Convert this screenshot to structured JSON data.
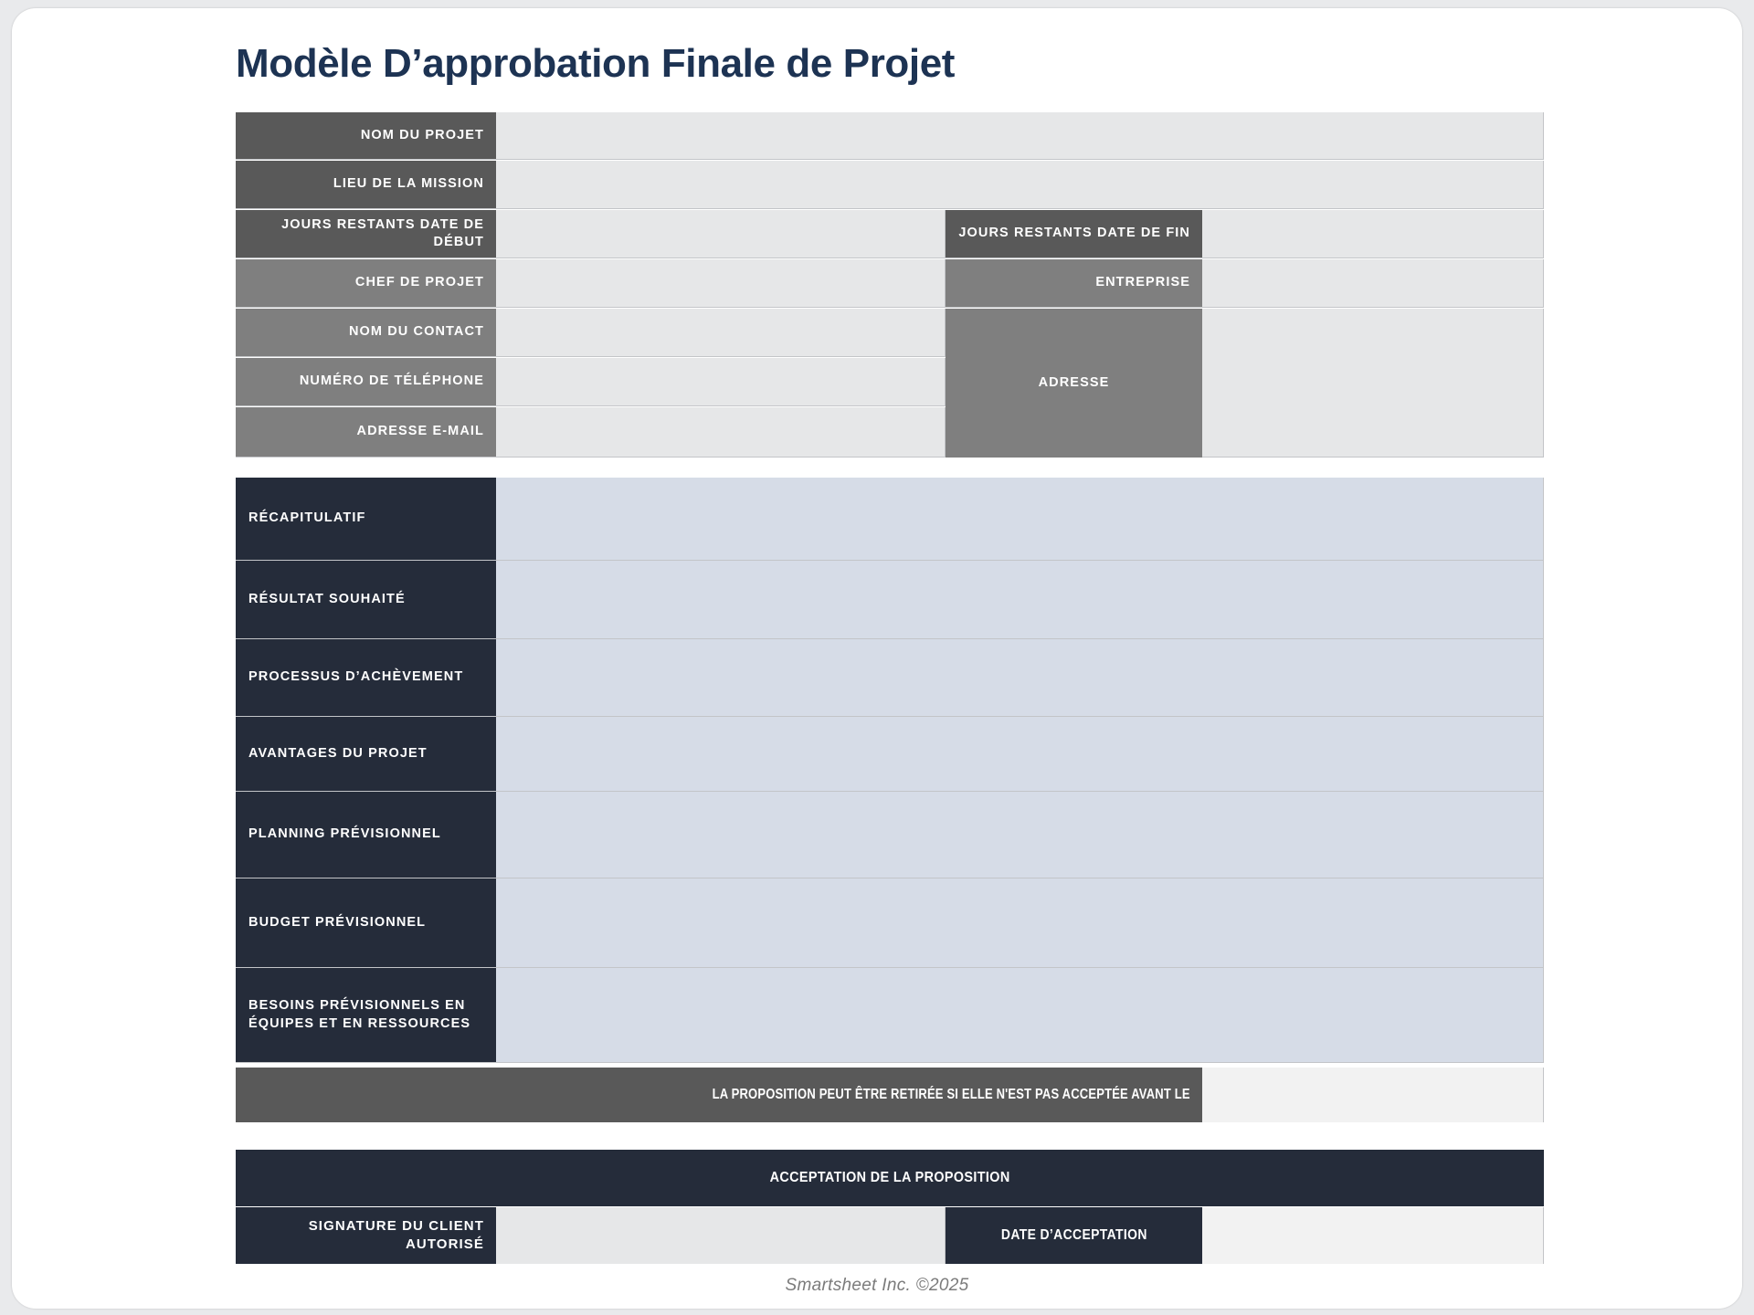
{
  "document": {
    "title": "Modèle D’approbation Finale de Projet",
    "footer": "Smartsheet Inc. ©2025"
  },
  "info_table": {
    "rows": [
      {
        "label": "NOM DU PROJET",
        "value": ""
      },
      {
        "label": "LIEU DE LA MISSION",
        "value": ""
      },
      {
        "label": "JOURS RESTANTS DATE DE DÉBUT",
        "value": ""
      },
      {
        "label": "CHEF DE PROJET",
        "value": ""
      },
      {
        "label": "NOM DU CONTACT",
        "value": ""
      },
      {
        "label": "NUMÉRO DE TÉLÉPHONE",
        "value": ""
      },
      {
        "label": "ADRESSE E-MAIL",
        "value": ""
      }
    ],
    "right_rows": [
      {
        "label": "JOURS RESTANTS DATE DE FIN",
        "value": ""
      },
      {
        "label": "ENTREPRISE",
        "value": ""
      },
      {
        "label": "ADRESSE",
        "value": ""
      }
    ]
  },
  "detail_table": {
    "rows": [
      {
        "label": "RÉCAPITULATIF",
        "value": ""
      },
      {
        "label": "RÉSULTAT SOUHAITÉ",
        "value": ""
      },
      {
        "label": "PROCESSUS D’ACHÈVEMENT",
        "value": ""
      },
      {
        "label": "AVANTAGES DU PROJET",
        "value": ""
      },
      {
        "label": "PLANNING PRÉVISIONNEL",
        "value": ""
      },
      {
        "label": "BUDGET PRÉVISIONNEL",
        "value": ""
      },
      {
        "label": "BESOINS PRÉVISIONNELS EN ÉQUIPES ET EN RESSOURCES",
        "value": ""
      }
    ]
  },
  "retraction": {
    "label": "LA PROPOSITION PEUT ÊTRE RETIRÉE SI ELLE N'EST PAS ACCEPTÉE AVANT LE",
    "value": ""
  },
  "acceptance": {
    "header": "ACCEPTATION DE LA PROPOSITION",
    "signature_label": "SIGNATURE DU CLIENT AUTORISÉ",
    "signature_value": "",
    "date_label": "DATE D’ACCEPTATION",
    "date_value": ""
  },
  "colors": {
    "title": "#1d3353",
    "label_dark_gray": "#595959",
    "label_mid_gray": "#7f7f7f",
    "label_navy": "#252c3a",
    "field_gray": "#e6e7e8",
    "field_blue": "#d6dce7"
  }
}
